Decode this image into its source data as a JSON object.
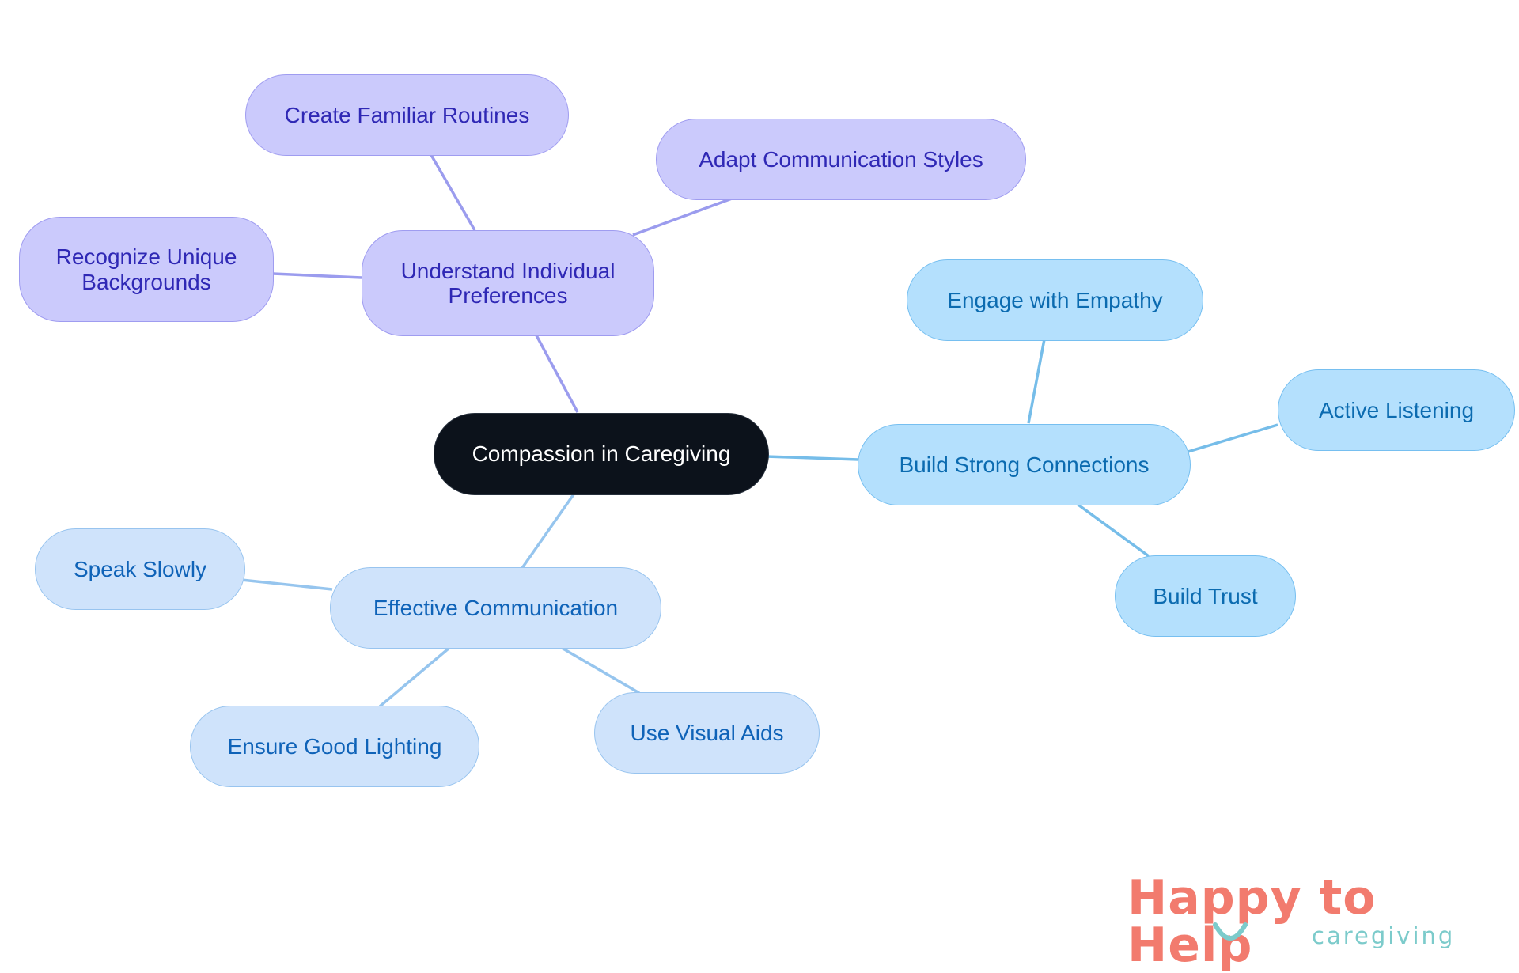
{
  "diagram": {
    "central": "Compassion in Caregiving",
    "branches": [
      {
        "label": "Understand Individual Preferences",
        "children": [
          "Create Familiar Routines",
          "Adapt Communication Styles",
          "Recognize Unique Backgrounds"
        ]
      },
      {
        "label": "Build Strong Connections",
        "children": [
          "Engage with Empathy",
          "Active Listening",
          "Build Trust"
        ]
      },
      {
        "label": "Effective Communication",
        "children": [
          "Speak Slowly",
          "Ensure Good Lighting",
          "Use Visual Aids"
        ]
      }
    ]
  },
  "logo": {
    "brand": "Happy to Help",
    "tagline": "caregiving"
  },
  "colors": {
    "center_fill": "#0c121b",
    "purple_fill": "#cbcafc",
    "purple_text": "#2f28b5",
    "blue_fill": "#b4e0fd",
    "blue_text": "#0b6bb0",
    "light_fill": "#cfe3fb",
    "light_text": "#0f63b8",
    "logo_coral": "#f27b6e",
    "logo_teal": "#7ccbcb"
  }
}
